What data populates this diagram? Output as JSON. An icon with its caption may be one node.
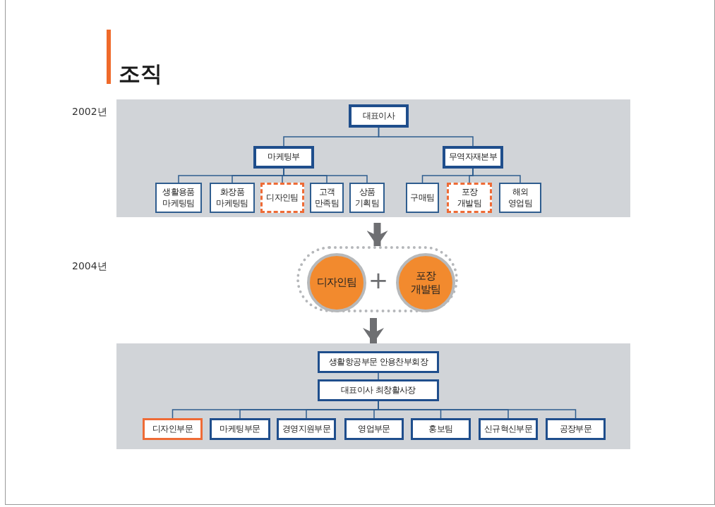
{
  "diagram": {
    "title": "조직",
    "nodes": [
      {
        "text": [],
        "shape": "box"
      },
      {
        "text": [
          "대표이사"
        ],
        "in": 0
      },
      {
        "text": [
          "마케팅부"
        ],
        "in": 0
      },
      {
        "text": [
          "무역자재본부"
        ],
        "in": 0
      },
      {
        "text": [
          "생활용품 마케팅팀"
        ],
        "in": 0
      },
      {
        "text": [
          "화장품 마케팅팀"
        ],
        "in": 0
      },
      {
        "text": [
          "디자인팀"
        ],
        "in": 0
      },
      {
        "text": [
          "고객 만족팀"
        ],
        "in": 0
      },
      {
        "text": [
          "상품 기획팀"
        ],
        "in": 0
      },
      {
        "text": [
          "구매팀"
        ],
        "in": 0
      },
      {
        "text": [
          "포장 개발팀"
        ],
        "in": 0
      },
      {
        "text": [
          "해외 영업팀"
        ],
        "in": 0
      },
      {
        "text": [],
        "shape": "oval"
      },
      {
        "text": [
          "디자인팀"
        ],
        "in": 12
      },
      {
        "text": [
          "포장 개발팀"
        ],
        "in": 12
      },
      {
        "text": [],
        "shape": "box"
      },
      {
        "text": [
          "생활항공부문 안용찬부회장"
        ],
        "in": 15
      },
      {
        "text": [
          "대표이사 최창활사장"
        ],
        "in": 15
      },
      {
        "text": [
          "디자인부문"
        ],
        "in": 15
      },
      {
        "text": [
          "마케팅부문"
        ],
        "in": 15
      },
      {
        "text": [
          "경영지원부문"
        ],
        "in": 15
      },
      {
        "text": [
          "영업부문"
        ],
        "in": 15
      },
      {
        "text": [
          "홍보팀"
        ],
        "in": 15
      },
      {
        "text": [
          "신규혁신부문"
        ],
        "in": 15
      },
      {
        "text": [
          "공장부문"
        ],
        "in": 15
      }
    ],
    "edges": [
      {
        "from": 1,
        "to": 2,
        "arrow": "none"
      },
      {
        "from": 1,
        "to": 3,
        "arrow": "none"
      },
      {
        "from": 2,
        "to": 4,
        "arrow": "none"
      },
      {
        "from": 2,
        "to": 5,
        "arrow": "none"
      },
      {
        "from": 2,
        "to": 6,
        "arrow": "none"
      },
      {
        "from": 2,
        "to": 7,
        "arrow": "none"
      },
      {
        "from": 2,
        "to": 8,
        "arrow": "none"
      },
      {
        "from": 3,
        "to": 9,
        "arrow": "none"
      },
      {
        "from": 3,
        "to": 10,
        "arrow": "none"
      },
      {
        "from": 3,
        "to": 11,
        "arrow": "none"
      },
      {
        "from": 0,
        "to": 12,
        "arrow": "to",
        "style": "thick",
        "color": "#6e6f72"
      },
      {
        "from": 12,
        "to": 15,
        "arrow": "to",
        "style": "thick",
        "color": "#6e6f72"
      },
      {
        "from": 16,
        "to": 17,
        "arrow": "none"
      },
      {
        "from": 17,
        "to": 18,
        "arrow": "none"
      },
      {
        "from": 17,
        "to": 19,
        "arrow": "none"
      },
      {
        "from": 17,
        "to": 20,
        "arrow": "none"
      },
      {
        "from": 17,
        "to": 21,
        "arrow": "none"
      },
      {
        "from": 17,
        "to": 22,
        "arrow": "none"
      },
      {
        "from": 17,
        "to": 23,
        "arrow": "none"
      },
      {
        "from": 17,
        "to": 24,
        "arrow": "none"
      }
    ],
    "labels": [
      "2002년",
      "2004년",
      "+"
    ]
  }
}
